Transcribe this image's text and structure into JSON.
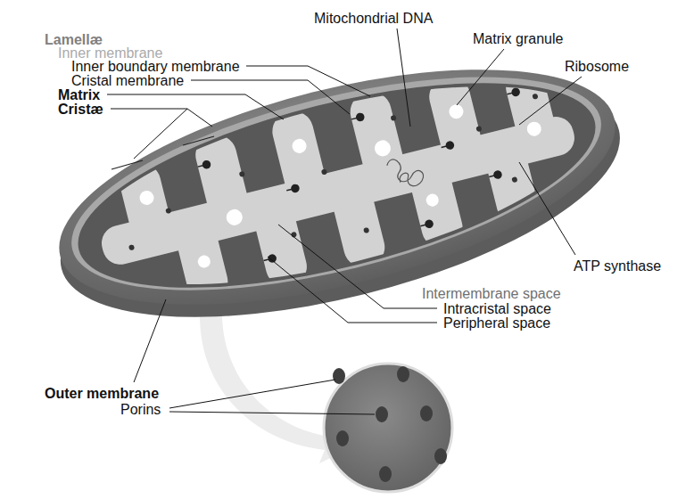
{
  "diagram": {
    "labels": [
      "Lamellæ",
      "Inner membrane",
      "Inner boundary membrane",
      "Cristal membrane",
      "Matrix",
      "Cristæ",
      "Mitochondrial DNA",
      "Matrix granule",
      "Ribosome",
      "ATP synthase",
      "Intermembrane space",
      "Intracristal space",
      "Peripheral space",
      "Outer membrane",
      "Porins"
    ]
  }
}
